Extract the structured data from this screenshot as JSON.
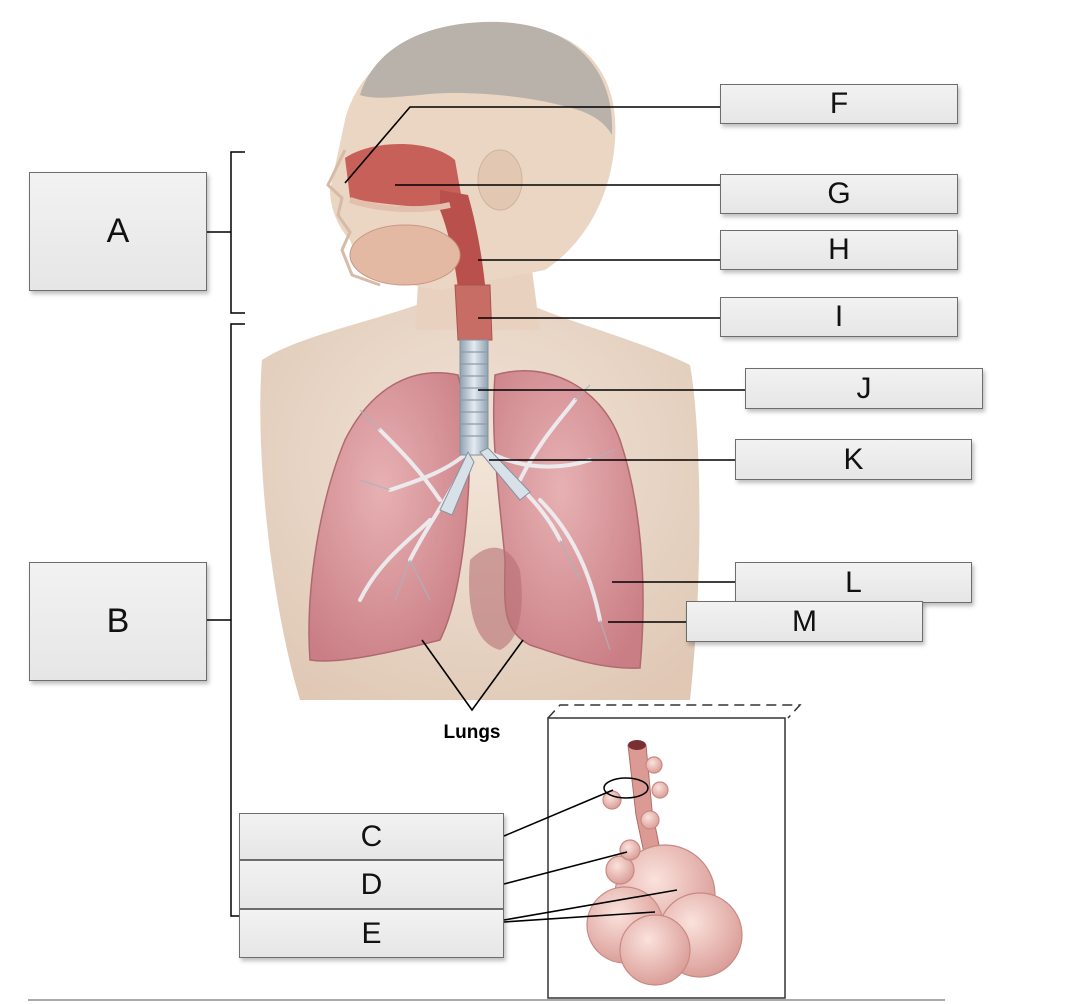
{
  "labels": {
    "A": "A",
    "B": "B",
    "C": "C",
    "D": "D",
    "E": "E",
    "F": "F",
    "G": "G",
    "H": "H",
    "I": "I",
    "J": "J",
    "K": "K",
    "L": "L",
    "M": "M"
  },
  "lungs_caption": "Lungs",
  "colors": {
    "skin": "#ead7c6",
    "hair": "#b9b4ad",
    "lung": "#d99a9e",
    "lung_dark": "#b9686f",
    "airway": "#c4d0da",
    "tissue": "#c55a56",
    "line": "#000000"
  }
}
